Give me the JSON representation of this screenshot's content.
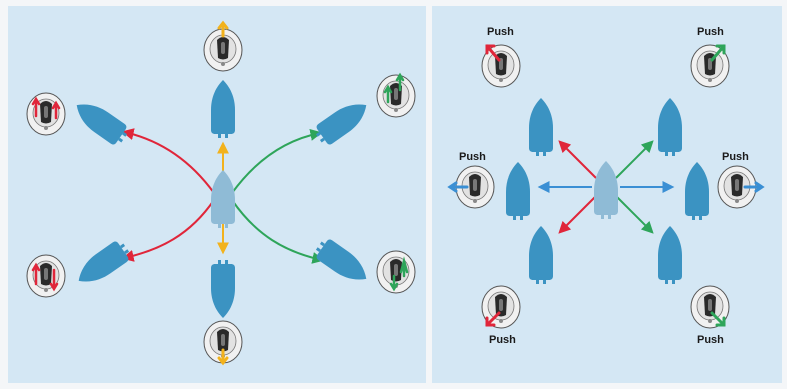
{
  "colors": {
    "panel_bg": "#d4e7f4",
    "frame": "#ffffff",
    "boat": "#3b93c2",
    "boat_center": "#8fbbd6",
    "forward": "#f2b21c",
    "port": "#e0263a",
    "starboard": "#2ea55a",
    "lateral": "#3a8fd4",
    "joystick_base": "#f1f1f1",
    "joystick_knob": "#2a2a2a"
  },
  "right_panel": {
    "labels": {
      "push_top_left": "Push",
      "push_top_right": "Push",
      "push_mid_left": "Push",
      "push_mid_right": "Push",
      "push_bottom_left": "Push",
      "push_bottom_right": "Push"
    }
  }
}
